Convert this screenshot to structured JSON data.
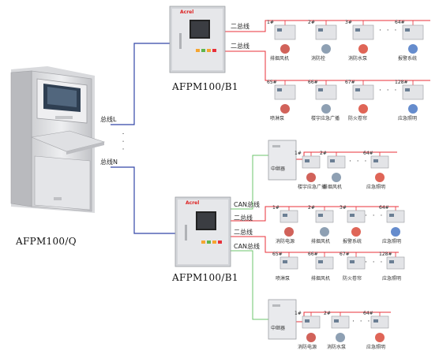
{
  "host": {
    "label": "AFPM100/Q",
    "bus_l": "总线L",
    "bus_n": "总线N"
  },
  "brand": "Acrel",
  "upper_panel": {
    "label": "AFPM100/B1",
    "bus1": "二总线",
    "bus2": "二总线",
    "row1": [
      {
        "num": "1#",
        "name": "排烟风机"
      },
      {
        "num": "2#",
        "name": "消防栓"
      },
      {
        "num": "3#",
        "name": "消防水泵"
      },
      {
        "num": "64#",
        "name": "报警系统"
      }
    ],
    "row2": [
      {
        "num": "65#",
        "name": "喷淋泵"
      },
      {
        "num": "66#",
        "name": "楼宇应急广播"
      },
      {
        "num": "67#",
        "name": "防火卷帘"
      },
      {
        "num": "128#",
        "name": "应急照明"
      }
    ]
  },
  "lower_panel": {
    "label": "AFPM100/B1",
    "can1": "CAN总线",
    "bus1": "二总线",
    "bus2": "二总线",
    "can2": "CAN总线",
    "relay_label": "中继器",
    "relay_row_top": [
      {
        "num": "1#",
        "name": "楼宇应急广播"
      },
      {
        "num": "2#",
        "name": "排烟风机"
      },
      {
        "num": "64#",
        "name": "应急照明"
      }
    ],
    "row_a": [
      {
        "num": "1#",
        "name": "消防电源"
      },
      {
        "num": "2#",
        "name": "排烟风机"
      },
      {
        "num": "3#",
        "name": "报警系统"
      },
      {
        "num": "64#",
        "name": "应急照明"
      }
    ],
    "row_b": [
      {
        "num": "65#",
        "name": "喷淋泵"
      },
      {
        "num": "66#",
        "name": "排烟风机"
      },
      {
        "num": "67#",
        "name": "防火卷帘"
      },
      {
        "num": "128#",
        "name": "应急照明"
      }
    ],
    "relay_row_bottom": [
      {
        "num": "1#",
        "name": "消防电源"
      },
      {
        "num": "2#",
        "name": "消防水泵"
      },
      {
        "num": "64#",
        "name": "应急照明"
      }
    ]
  },
  "ellipsis": "· · ·",
  "colors": {
    "red_line": "#e8303a",
    "blue_line": "#3346a8",
    "green_line": "#6cc56c"
  }
}
